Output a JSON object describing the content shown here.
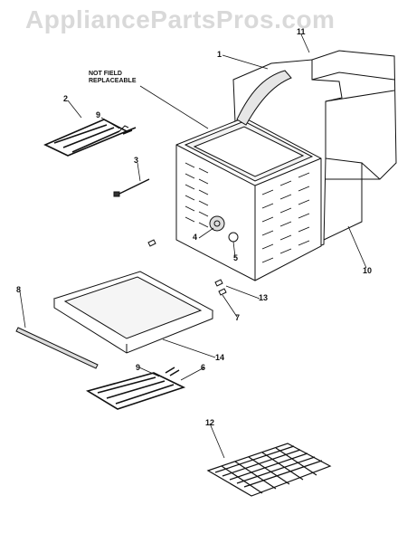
{
  "watermark": "AppliancePartsPros.com",
  "note": {
    "line1": "NOT FIELD",
    "line2": "REPLACEABLE"
  },
  "callouts": [
    "1",
    "2",
    "9",
    "3",
    "4",
    "5",
    "11",
    "10",
    "13",
    "7",
    "8",
    "14",
    "9",
    "6",
    "12"
  ]
}
